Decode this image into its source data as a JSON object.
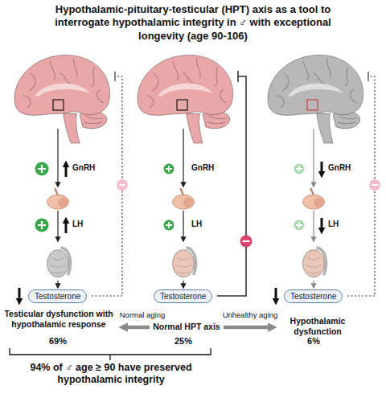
{
  "diagram": {
    "title": "Hypothalamic-pituitary-testicular (HPT) axis as a tool to interrogate hypothalamic integrity in ♂ with exceptional longevity (age 90-106)",
    "nodes": [
      {
        "text": [
          "Testosterone"
        ]
      },
      {
        "text": [
          "Testosterone"
        ]
      },
      {
        "text": [
          "Testosterone"
        ]
      }
    ],
    "labels": [
      "GnRH",
      "GnRH",
      "GnRH",
      "LH",
      "LH",
      "LH",
      "Testicular dysfunction with hypothalamic response",
      "Normal aging",
      "Normal HPT axis",
      "Unhealthy aging",
      "Hypothalamic dysfunction",
      "69%",
      "25%",
      "6%",
      "94% of ♂ age ≥ 90 have preserved hypothalamic integrity"
    ]
  }
}
